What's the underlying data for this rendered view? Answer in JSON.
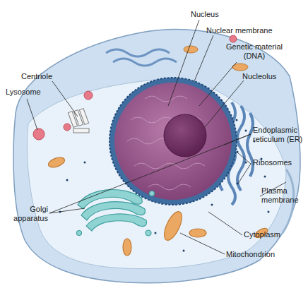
{
  "diagram": {
    "labels": [
      "Nucleus",
      "Nuclear membrane",
      "Genetic material (DNA)",
      "Nucleolus",
      "Centriole",
      "Lysosome",
      "Endoplasmic reticulum (ER)",
      "Ribosomes",
      "Plasma membrane",
      "Golgi apparatus",
      "Cytoplasm",
      "Mitochondrion"
    ]
  }
}
